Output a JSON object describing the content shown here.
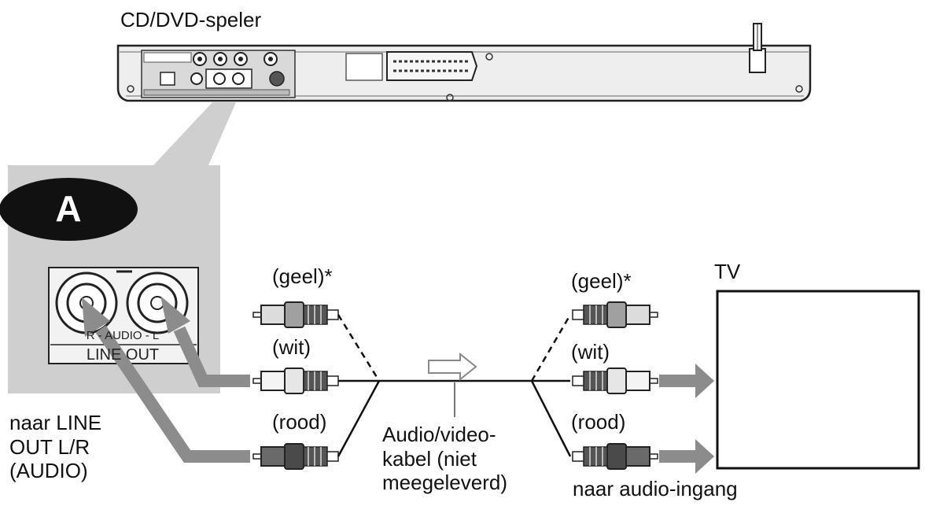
{
  "labels": {
    "player_title": "CD/DVD-speler",
    "badge": "A",
    "jack_label": "R - AUDIO - L",
    "line_out": "LINE OUT",
    "to_line_out": "naar LINE\nOUT L/R\n(AUDIO)",
    "yellow_left": "(geel)*",
    "white_left": "(wit)",
    "red_left": "(rood)",
    "yellow_right": "(geel)*",
    "white_right": "(wit)",
    "red_right": "(rood)",
    "cable": "Audio/video-\nkabel (niet\nmeegeleverd)",
    "tv": "TV",
    "to_audio_input": "naar audio-ingang"
  },
  "colors": {
    "line": "#111111",
    "arrow_gray": "#8c8c8c",
    "panel_gray": "#cfcfcf",
    "device_fill": "#e9e9e9",
    "plug_light": "#dcdcdc",
    "plug_mid": "#a0a0a0",
    "plug_dark": "#555555"
  }
}
